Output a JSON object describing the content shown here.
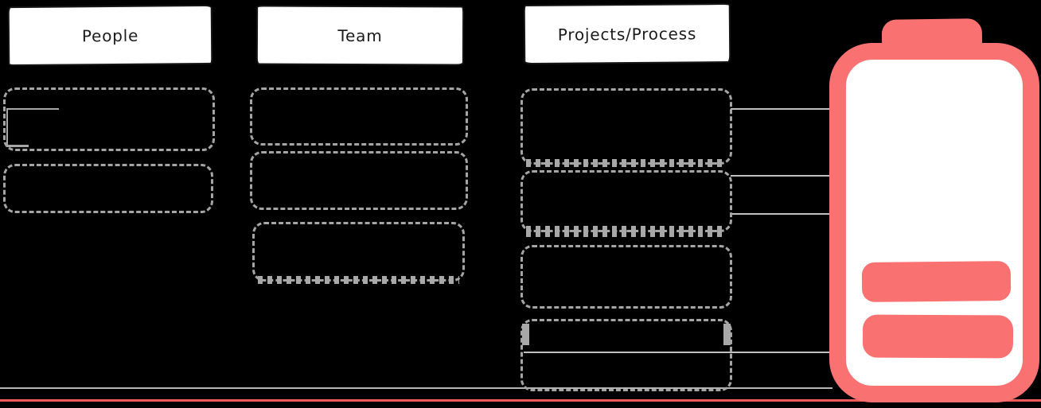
{
  "columns": [
    {
      "header": "People",
      "box_count": 2
    },
    {
      "header": "Team",
      "box_count": 3
    },
    {
      "header": "Projects/Process",
      "box_count": 4
    }
  ],
  "battery": {
    "icon": "battery-low-icon",
    "bars_filled": 2,
    "color": "#fa7171"
  },
  "colors": {
    "background": "#000000",
    "header_fill": "#ffffff",
    "header_text": "#1b1b1b",
    "dashed_border": "#a5a5a5",
    "connector": "#c0c0c0",
    "bottom_line": "#f15b5b"
  }
}
